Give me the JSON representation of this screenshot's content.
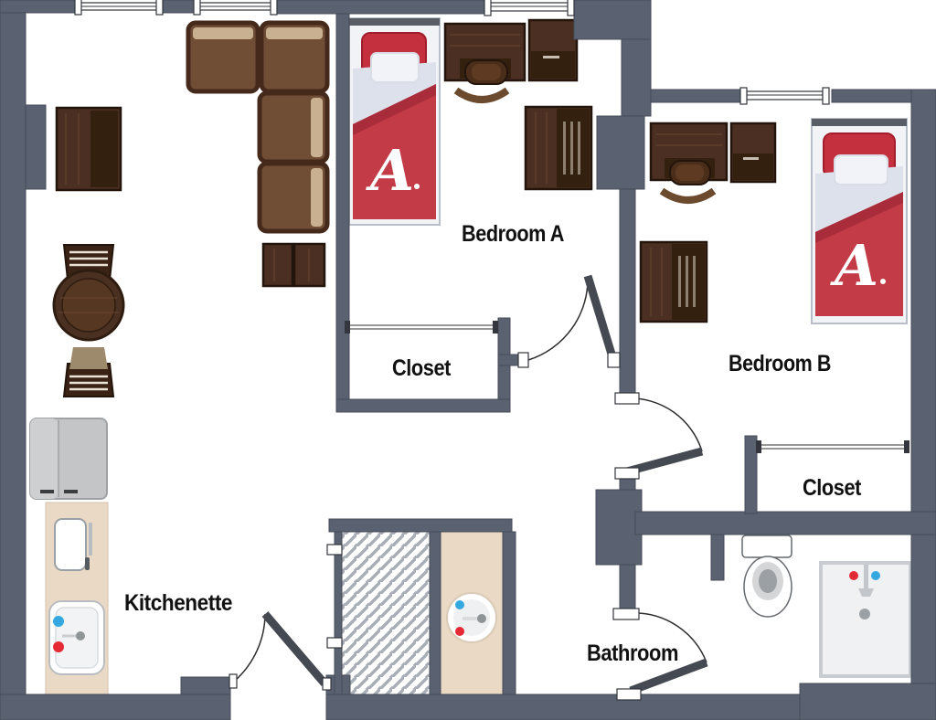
{
  "rooms": {
    "bedroom_a": "Bedroom A",
    "bedroom_b": "Bedroom B",
    "closet_a": "Closet",
    "closet_b": "Closet",
    "kitchenette": "Kitchenette",
    "bathroom": "Bathroom"
  },
  "beds": {
    "logo": "A"
  },
  "colors": {
    "wall": "#5a6170",
    "wall_dark": "#474d59",
    "floor": "#ffffff",
    "walnut": "#4a2f22",
    "walnut_dark": "#33200f",
    "walnut_edge": "#23150c",
    "sofa": "#6f4e35",
    "sofa_accent": "#c8b091",
    "sofa_edge": "#45291a",
    "crimson": "#c23b47",
    "crimson_dark": "#a82c3a",
    "pillow_red": "#c5303e",
    "bed_frame": "#f2f3f6",
    "headboard": "#585d66",
    "sheet": "#dde1eb",
    "beige": "#ead9c4",
    "appliance_gray": "#c3c5c7",
    "fixture_light": "#f0f1f3",
    "hatch": "#a9aeb6",
    "dot_red": "#e42b35",
    "dot_blue": "#35a8e0",
    "metal_gray": "#8f9497",
    "door": "#454a52",
    "label": "#111111"
  }
}
